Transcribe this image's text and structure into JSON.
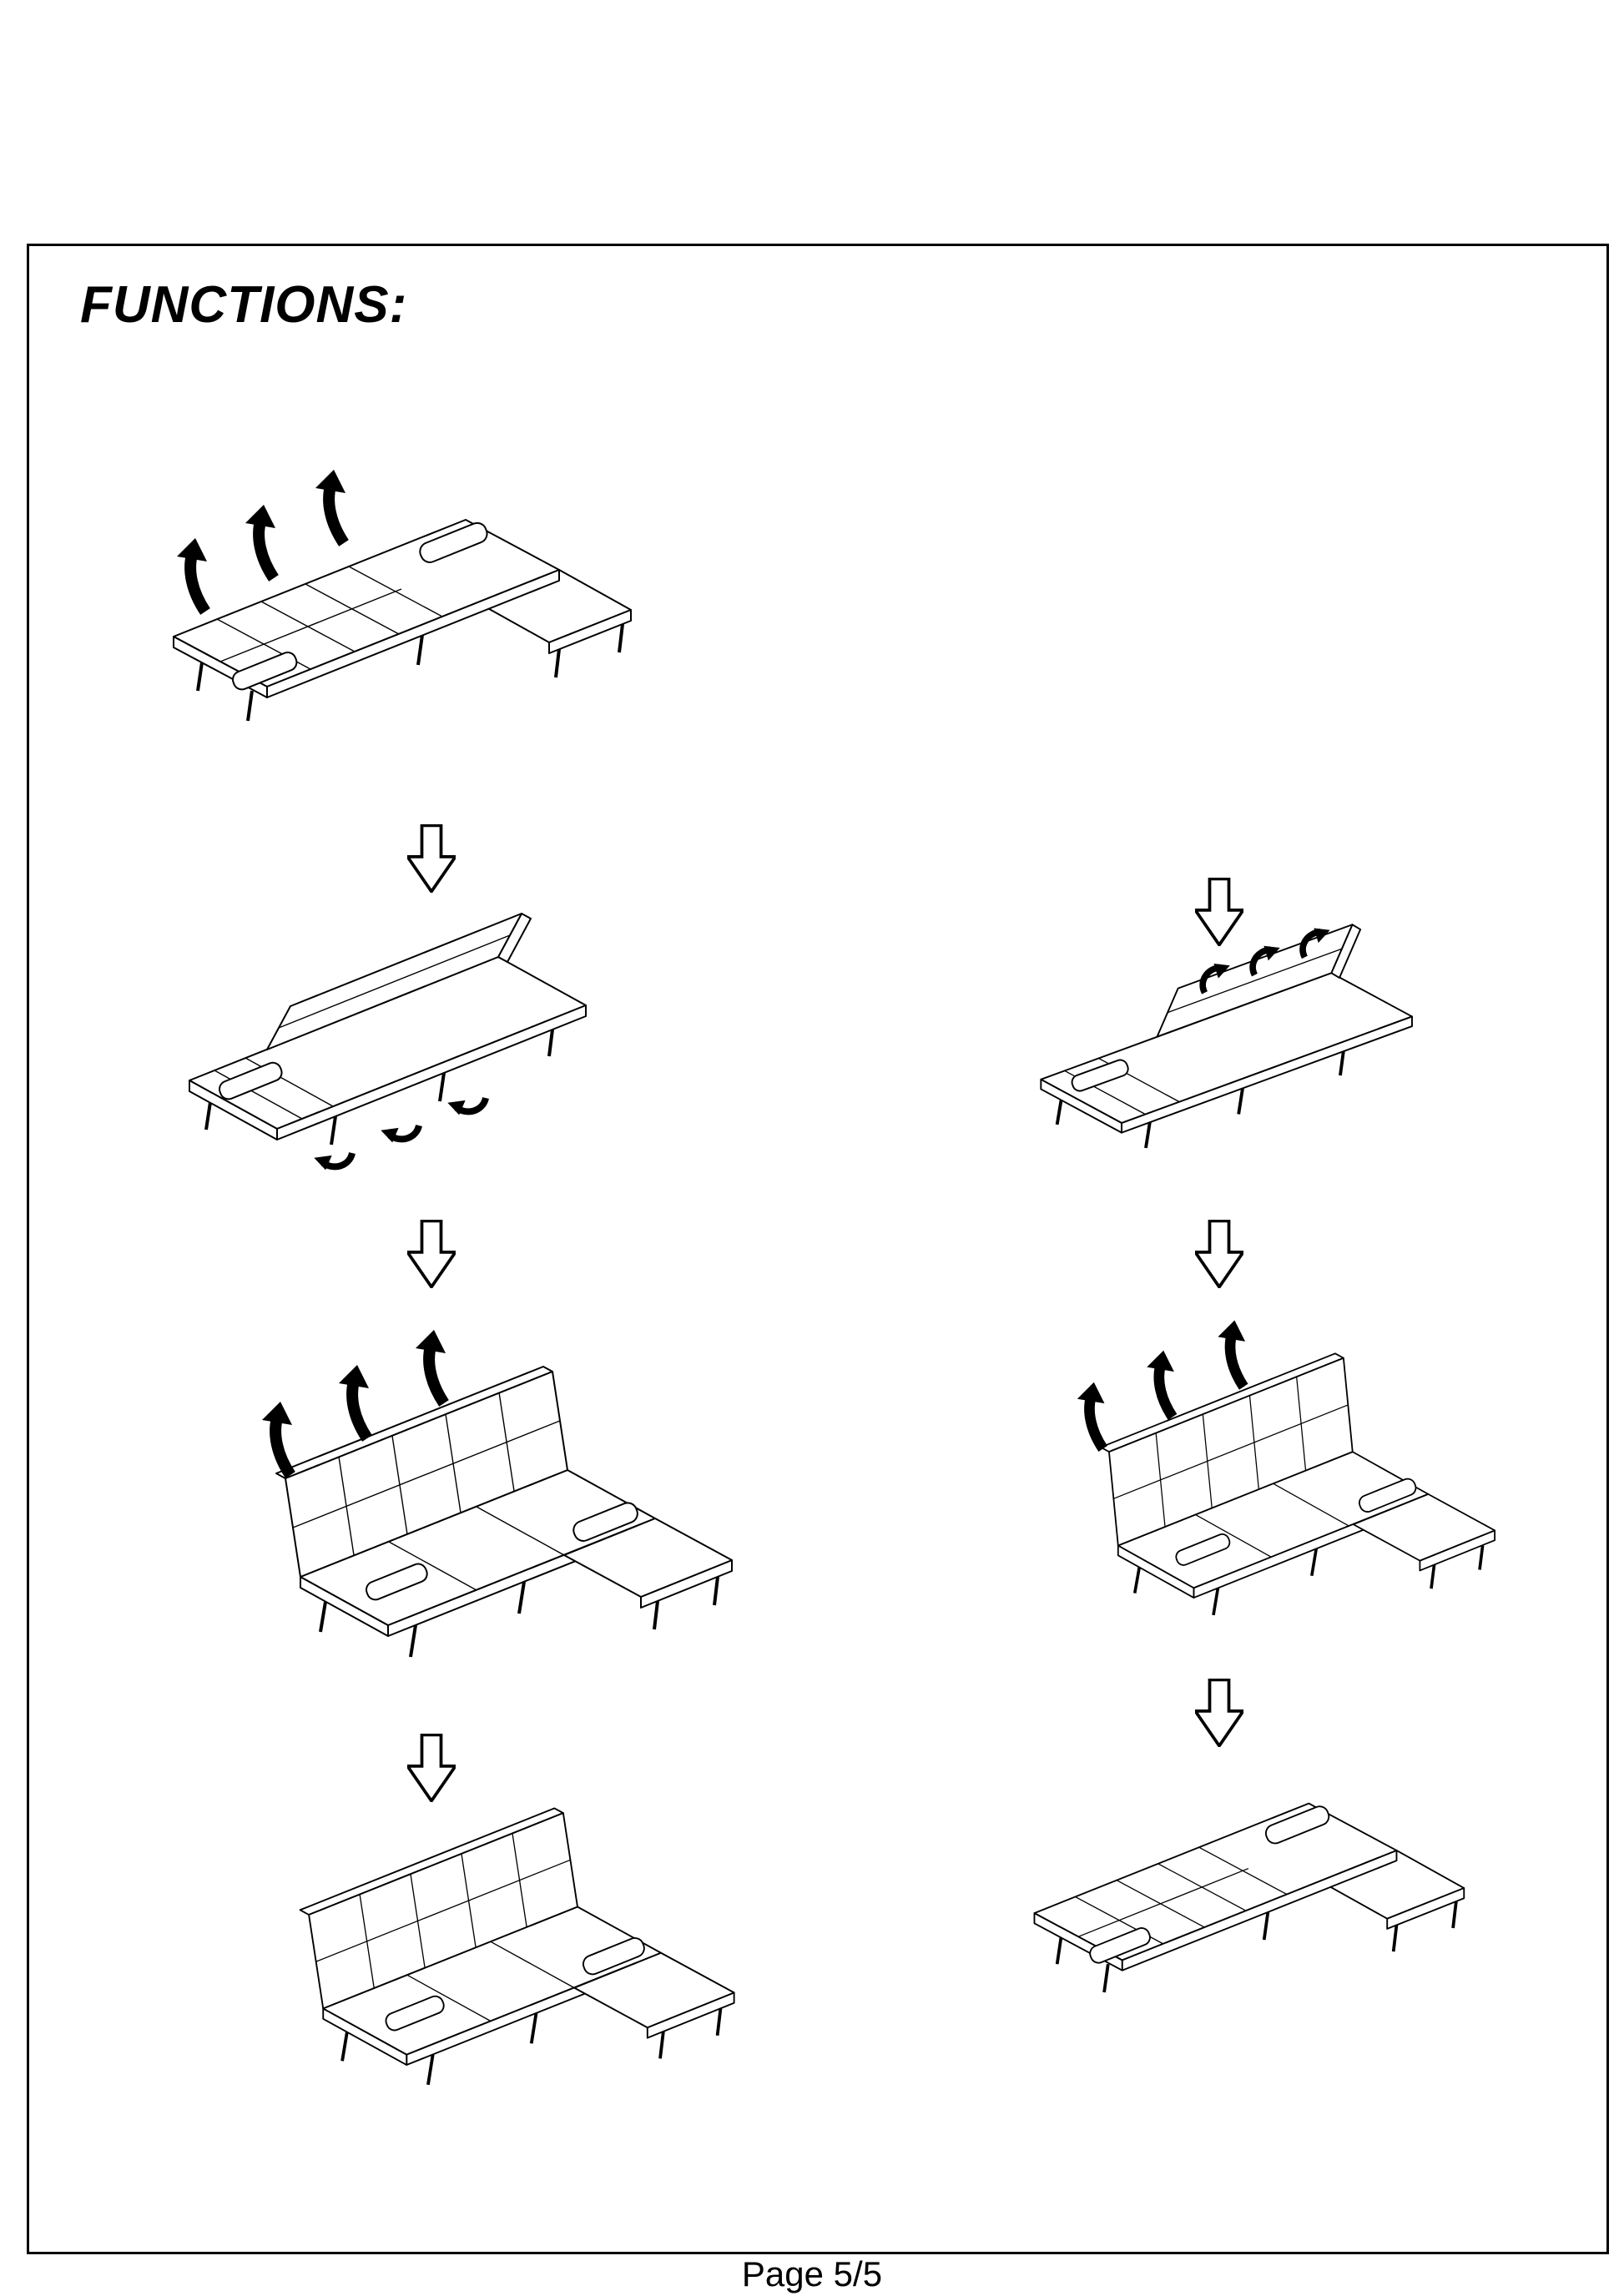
{
  "page": {
    "title": "FUNCTIONS:",
    "footer": "Page 5/5"
  },
  "colors": {
    "ink": "#000000",
    "paper": "#ffffff"
  },
  "steps": {
    "left": [
      {
        "name": "sofa-flat-bed-with-lift-arrows"
      },
      {
        "name": "sofa-backrest-half-raised-with-fold-arrows"
      },
      {
        "name": "sofa-upright-with-lift-arrows"
      },
      {
        "name": "sofa-upright"
      }
    ],
    "right": [
      {
        "name": "sofa-rear-view-backrest-half-raised-with-arrows"
      },
      {
        "name": "sofa-rear-view-upright-with-arrows"
      },
      {
        "name": "sofa-flat-bed"
      }
    ]
  },
  "icons": {
    "down_arrow": "hollow-down-arrow",
    "lift_arrow": "curved-lift-arrow",
    "fold_arrow": "curved-fold-arrow"
  }
}
